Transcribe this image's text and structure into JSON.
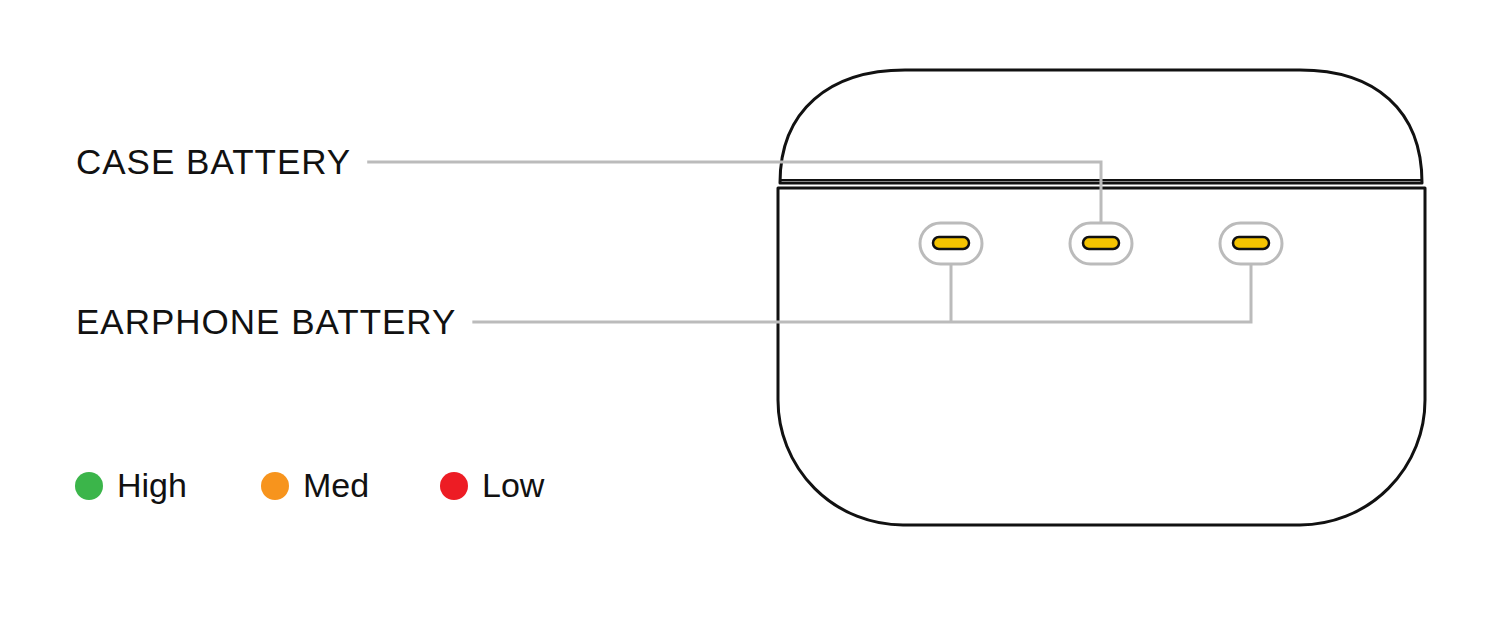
{
  "diagram": {
    "labels": [
      "CASE BATTERY",
      "EARPHONE BATTERY"
    ],
    "legend": [
      {
        "text": "High",
        "color": "#3bb54a"
      },
      {
        "text": "Med",
        "color": "#f7941d"
      },
      {
        "text": "Low",
        "color": "#ed1c24"
      }
    ]
  }
}
